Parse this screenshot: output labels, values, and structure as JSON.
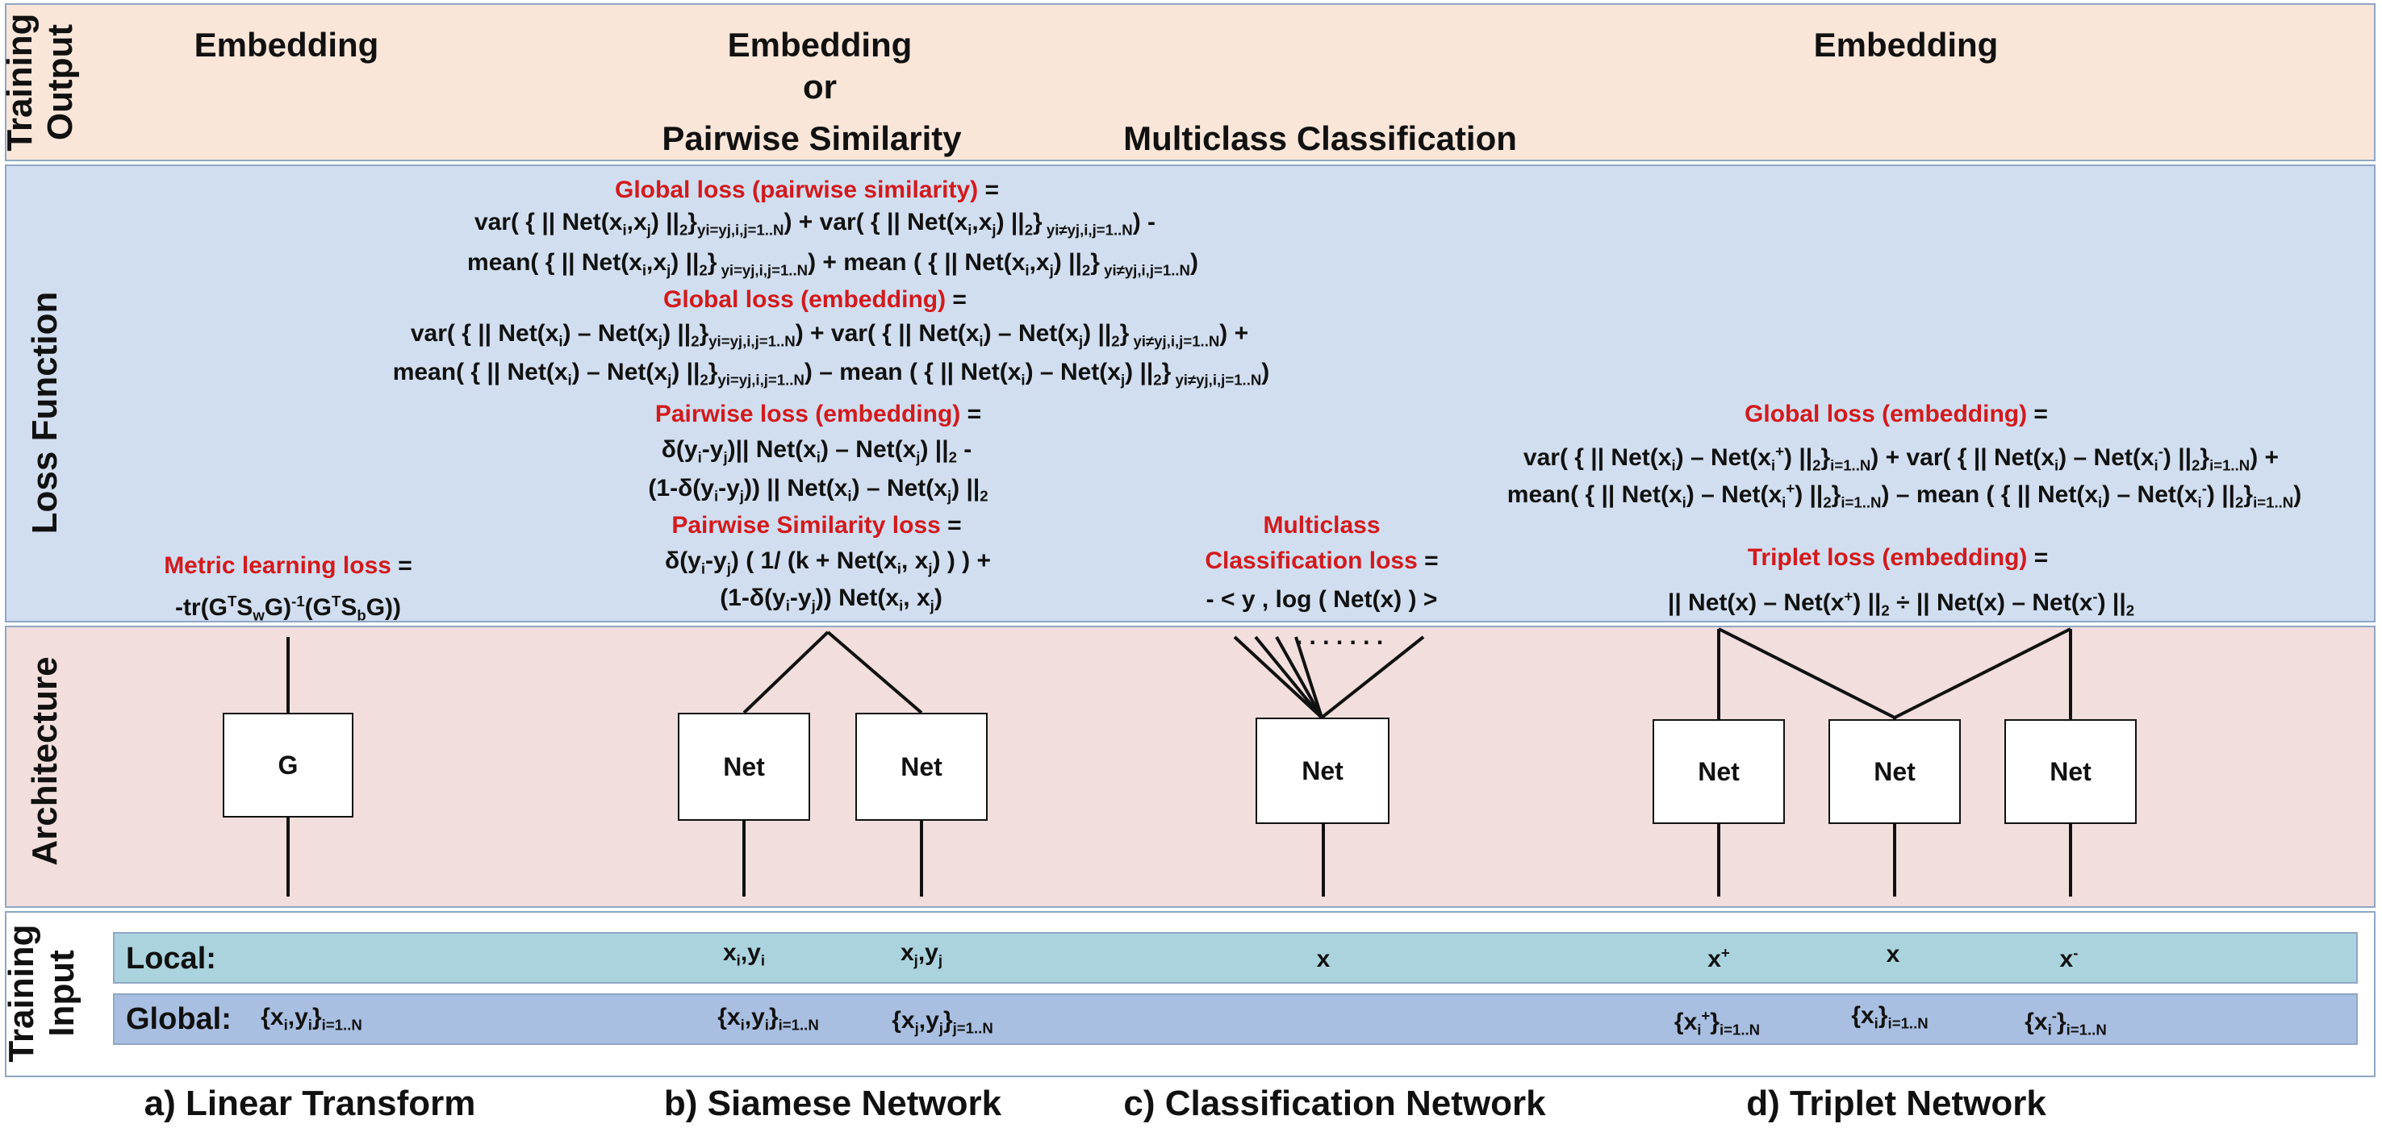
{
  "rows": {
    "output": "Training\nOutput",
    "loss": "Loss Function",
    "arch": "Architecture",
    "input": "Training\nInput"
  },
  "outputs": {
    "a": "Embedding",
    "b1": "Embedding",
    "b2": "or",
    "b3": "Pairwise Similarity",
    "c": "Multiclass Classification",
    "d": "Embedding"
  },
  "loss_titles": {
    "global_pairwise": "Global loss (pairwise similarity)",
    "global_embedding_b": "Global loss (embedding)",
    "pairwise_embedding": "Pairwise loss (embedding)",
    "pairwise_similarity": "Pairwise Similarity loss",
    "metric_learning": "Metric learning loss",
    "multiclass_1": "Multiclass",
    "multiclass_2": "Classification loss",
    "global_embedding_d": "Global loss (embedding)",
    "triplet": "Triplet loss (embedding)"
  },
  "equals": " =",
  "loss_formulas": {
    "metric_learning": "-tr(GᵀS_wG)⁻¹(GᵀS_bG))",
    "multiclass": "- < y , log ( Net(x) ) >",
    "triplet": "|| Net(x) – Net(x⁺) ||₂ ÷ || Net(x) – Net(x⁻) ||₂"
  },
  "dots": ". . . . . . .",
  "arch": {
    "g_label": "G",
    "net_label": "Net"
  },
  "inputs": {
    "local_label": "Local:",
    "global_label": "Global:",
    "x_plain": "x",
    "global_a": "{xᵢ,yᵢ}ᵢ₌₁..N",
    "local_b1": "xᵢ,yᵢ",
    "local_b2": "xⱼ,yⱼ",
    "global_b1": "{xᵢ,yᵢ}ᵢ₌₁..N",
    "global_b2": "{xⱼ,yⱼ}ⱼ₌₁..N",
    "local_c": "x",
    "local_d1": "x⁺",
    "local_d2": "x",
    "local_d3": "x⁻",
    "global_d1": "{xᵢ⁺}ᵢ₌₁..N",
    "global_d2": "{xᵢ}ᵢ₌₁..N",
    "global_d3": "{xᵢ⁻}ᵢ₌₁..N"
  },
  "captions": {
    "a": "a)  Linear Transform",
    "b": "b) Siamese Network",
    "c": "c) Classification Network",
    "d": "d) Triplet Network"
  },
  "colors": {
    "loss_title_red": "#d21a1d",
    "output_band": "#f9e6d9",
    "loss_band": "#d1deef",
    "arch_band": "#f1dedd",
    "local_strip": "#abd3dd",
    "global_strip": "#a9bfe1"
  }
}
